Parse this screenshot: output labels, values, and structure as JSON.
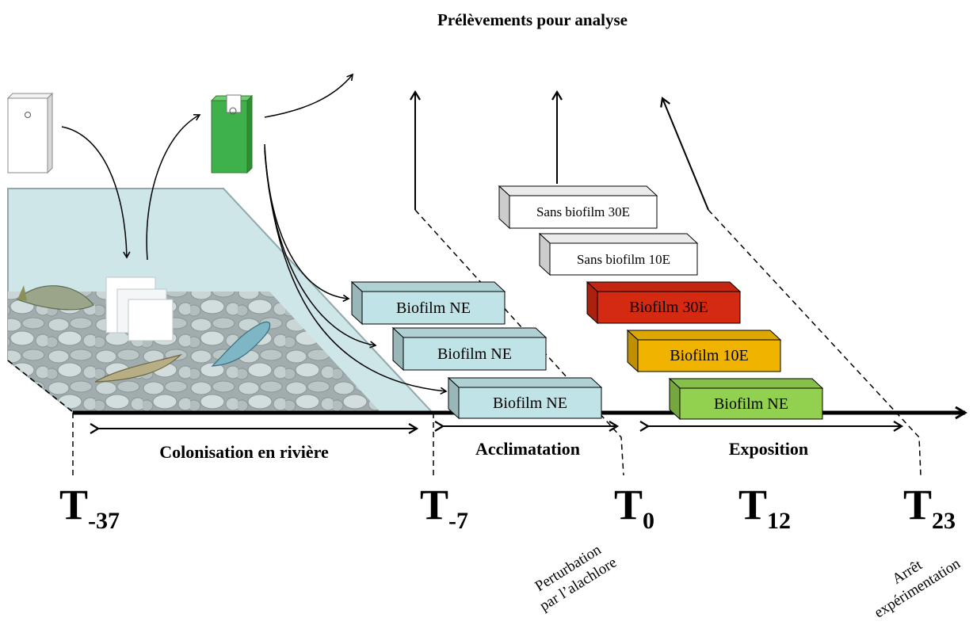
{
  "title": "Prélèvements pour analyse",
  "periods": {
    "colonisation": "Colonisation en rivière",
    "acclimatation": "Acclimatation",
    "exposition": "Exposition"
  },
  "timepoints": [
    {
      "main": "T",
      "sub": "-37"
    },
    {
      "main": "T",
      "sub": "-7"
    },
    {
      "main": "T",
      "sub": "0"
    },
    {
      "main": "T",
      "sub": "12"
    },
    {
      "main": "T",
      "sub": "23"
    }
  ],
  "acclimation_boxes": [
    "Biofilm NE",
    "Biofilm NE",
    "Biofilm NE"
  ],
  "exposure_boxes": [
    {
      "label": "Sans biofilm 30E",
      "color": "#ffffff"
    },
    {
      "label": "Sans biofilm 10E",
      "color": "#ffffff"
    },
    {
      "label": "Biofilm 30E",
      "color": "#d42a12"
    },
    {
      "label": "Biofilm 10E",
      "color": "#f0b400"
    },
    {
      "label": "Biofilm NE",
      "color": "#92d050"
    }
  ],
  "acclimation_color": "#bfe3e6",
  "annotations": {
    "perturbation_line1": "Perturbation",
    "perturbation_line2": "par l’alachlore",
    "arret_line1": "Arrêt",
    "arret_line2": "expérimentation"
  }
}
